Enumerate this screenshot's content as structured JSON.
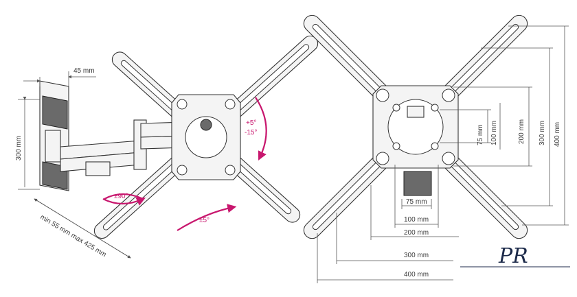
{
  "side_view": {
    "wall_plate_width": "45 mm",
    "wall_plate_height": "300 mm",
    "extension": "min 55 mm max 425 mm",
    "swivel": "±90°",
    "tilt_up": "+5°",
    "tilt_down": "-15°",
    "rotation": "±5°"
  },
  "front_view": {
    "vertical_dims": [
      "75 mm",
      "100 mm",
      "200 mm",
      "300 mm",
      "400 mm"
    ],
    "horizontal_dims": [
      "75 mm",
      "100 mm",
      "200 mm",
      "300 mm",
      "400 mm"
    ]
  },
  "logo": "PR",
  "colors": {
    "accent": "#c8176e",
    "line": "#555555",
    "logo": "#1c2a4a"
  }
}
